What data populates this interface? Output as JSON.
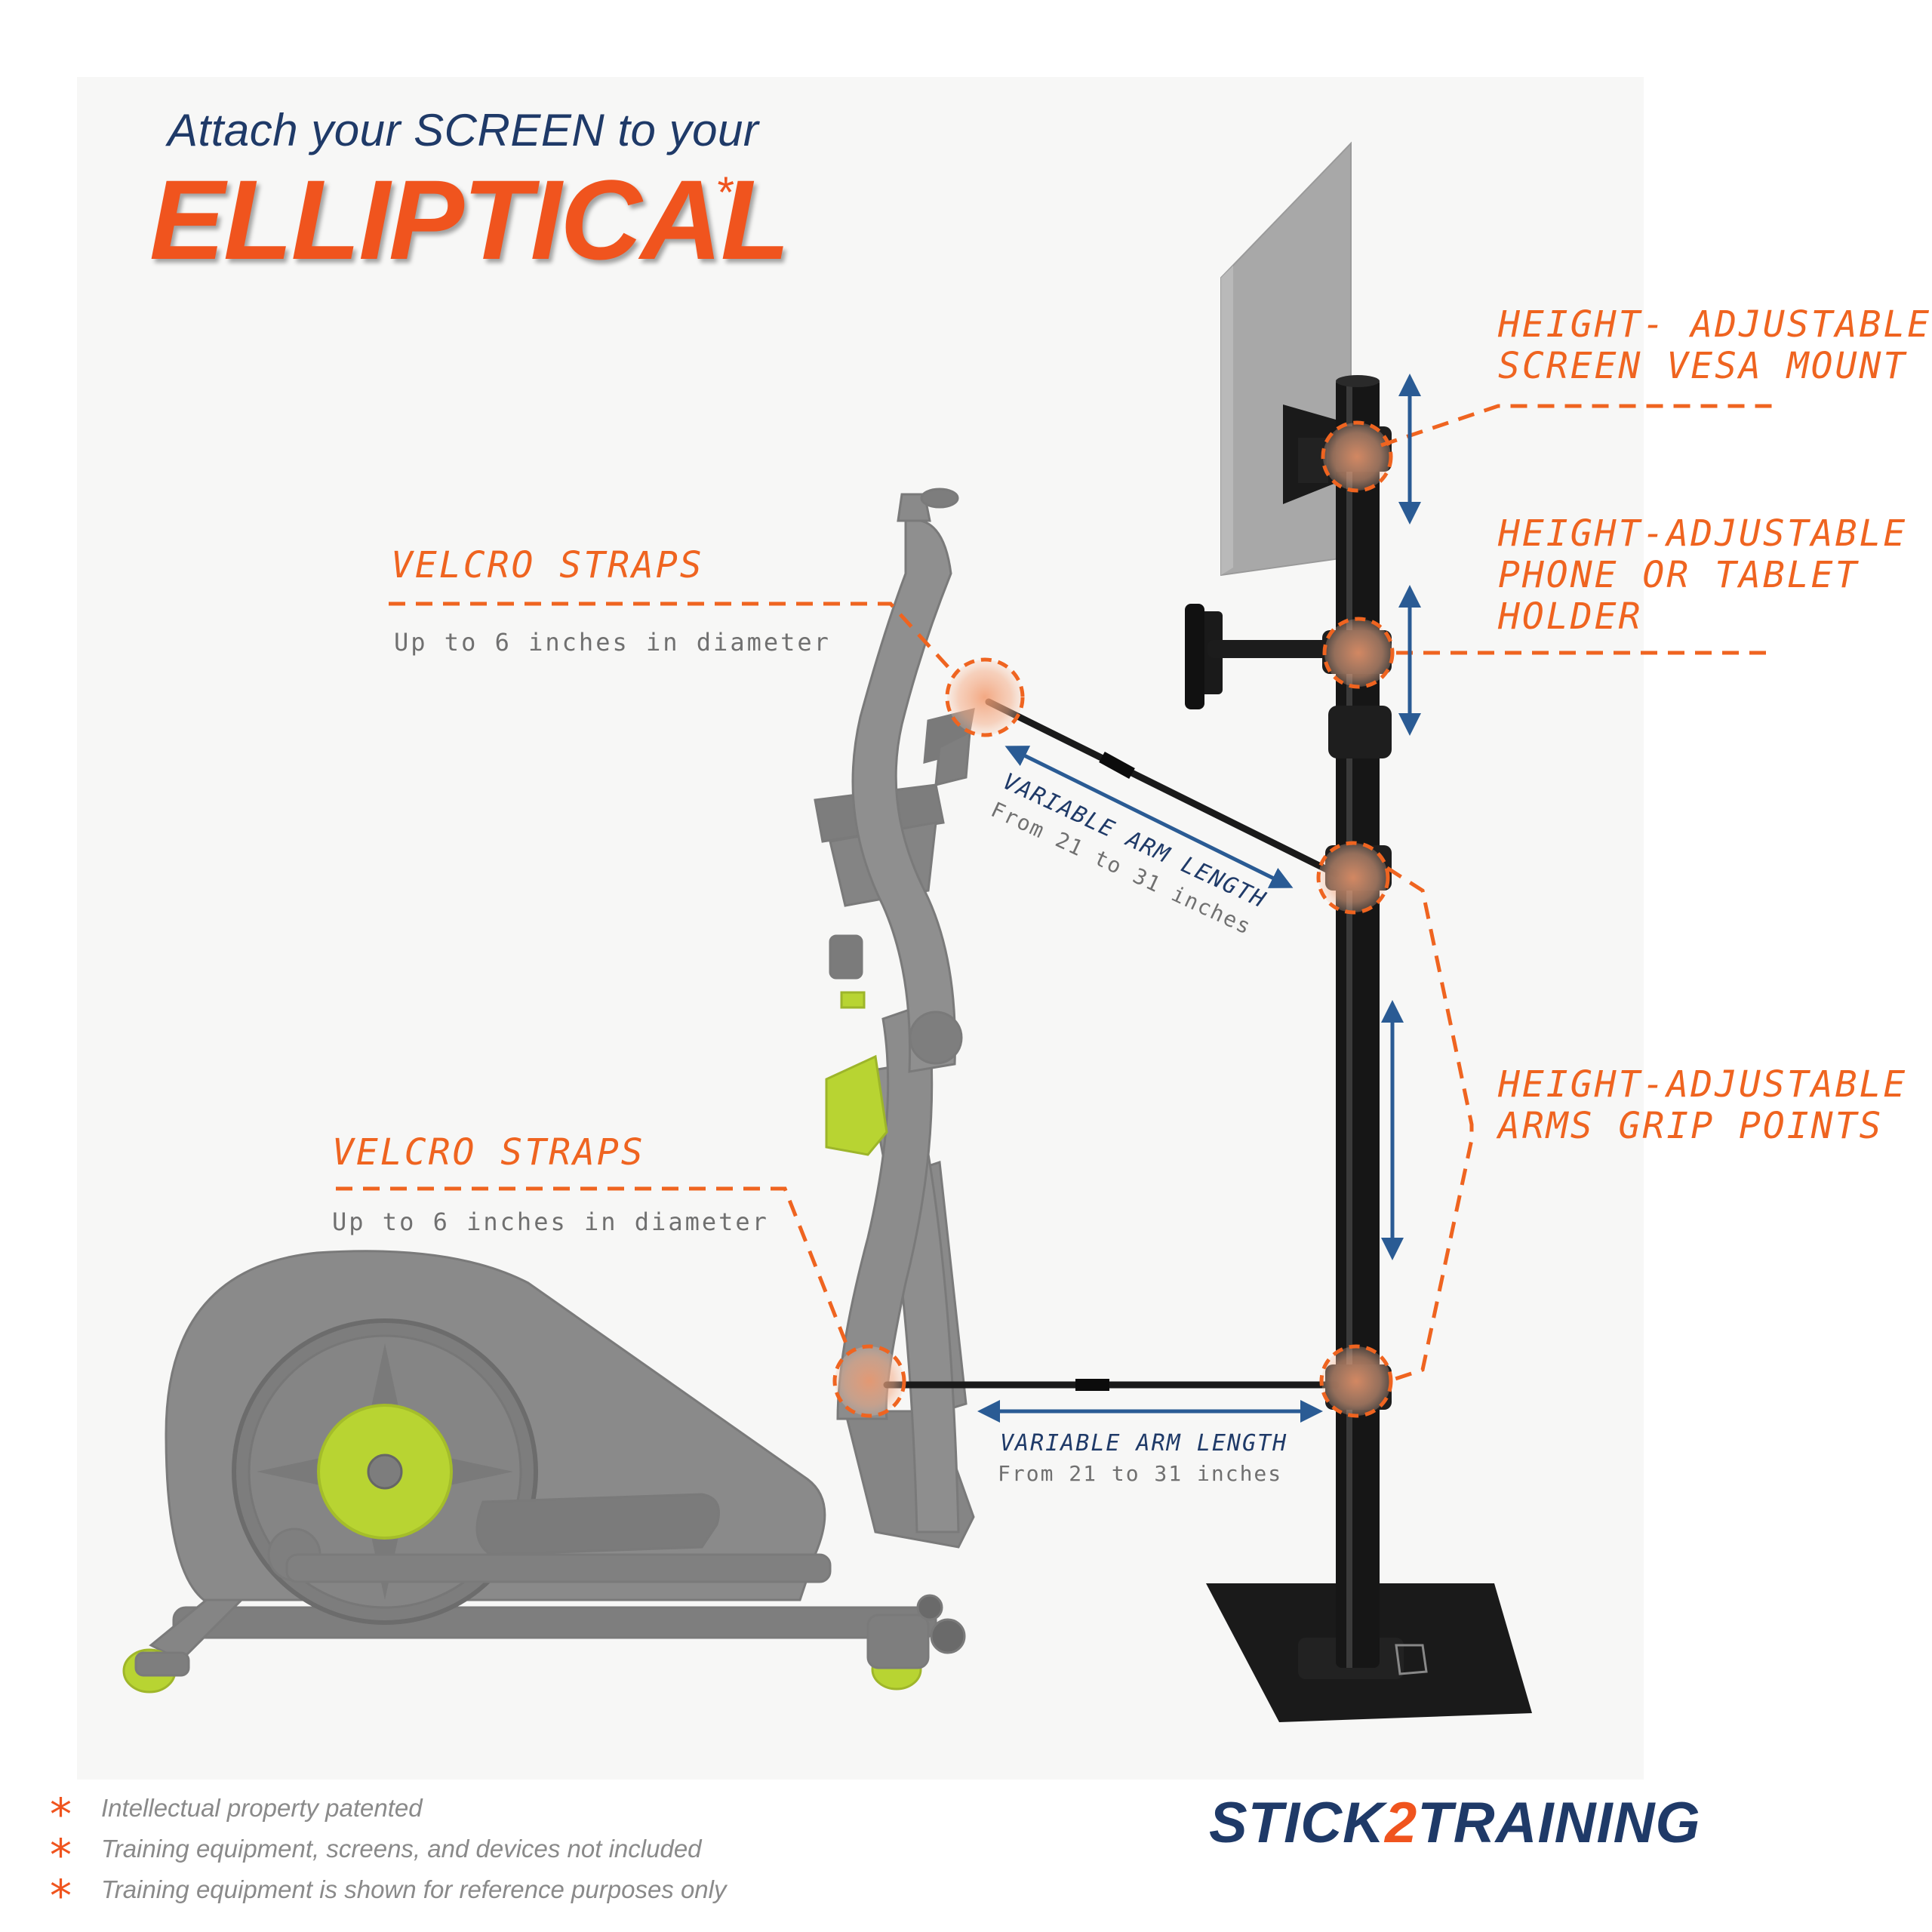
{
  "title": {
    "line1": "Attach your SCREEN to your",
    "line2": "ELLIPTICAL",
    "asterisk": "*"
  },
  "callouts": {
    "velcro_top": {
      "title": "VELCRO STRAPS",
      "sub": "Up to 6 inches in diameter"
    },
    "velcro_bottom": {
      "title": "VELCRO STRAPS",
      "sub": "Up to 6 inches in diameter"
    },
    "vesa": {
      "line1": "HEIGHT- ADJUSTABLE",
      "line2": "SCREEN VESA MOUNT"
    },
    "phone": {
      "line1": "HEIGHT-ADJUSTABLE",
      "line2": "PHONE OR TABLET",
      "line3": "HOLDER"
    },
    "grip": {
      "line1": "HEIGHT-ADJUSTABLE",
      "line2": "ARMS GRIP POINTS"
    }
  },
  "arms": {
    "upper": {
      "title": "VARIABLE ARM LENGTH",
      "sub": "From 21 to 31 inches"
    },
    "lower": {
      "title": "VARIABLE ARM LENGTH",
      "sub": "From 21 to 31 inches"
    }
  },
  "footnotes": [
    {
      "star": "*",
      "text": "Intellectual property patented"
    },
    {
      "star": "*",
      "text": "Training equipment, screens, and devices not included"
    },
    {
      "star": "*",
      "text": "Training equipment is shown for reference purposes only"
    }
  ],
  "brand": {
    "part1": "STICK",
    "part2": "2",
    "part3": "TRAINING"
  },
  "colors": {
    "accent_orange": "#ef6420",
    "navy": "#1f3a68",
    "arrow_blue": "#2a5b94",
    "machine_gray": "#8c8c8c",
    "lime": "#b8d432",
    "pole_black": "#141414"
  }
}
